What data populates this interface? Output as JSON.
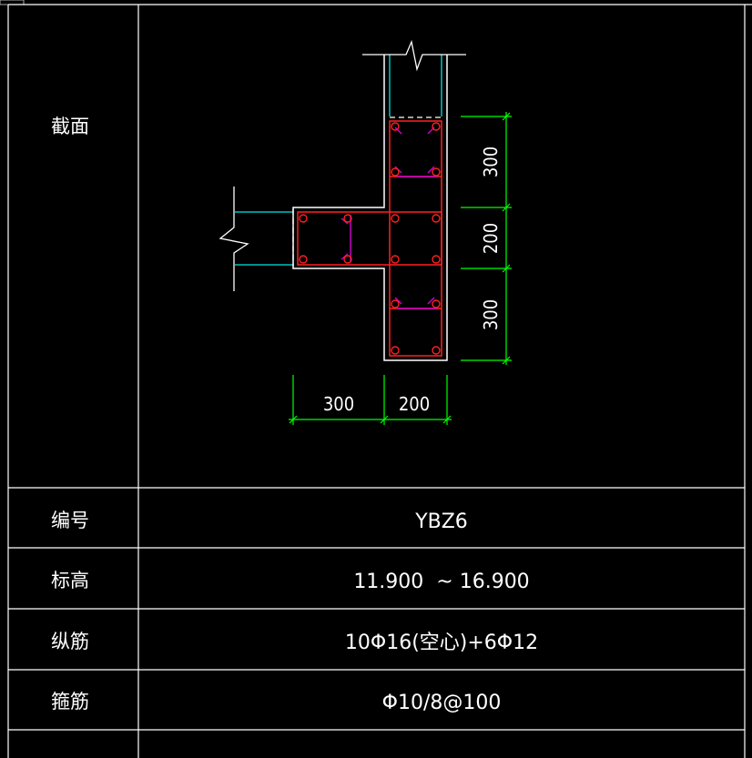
{
  "table": {
    "section_label": "截面",
    "rows": [
      {
        "label": "编号",
        "value": "YBZ6"
      },
      {
        "label": "标高",
        "value": "11.900  ~ 16.900"
      },
      {
        "label": "纵筋",
        "value": "10Φ16(空心)+6Φ12"
      },
      {
        "label": "箍筋",
        "value": "Φ10/8@100"
      }
    ]
  },
  "drawing": {
    "dims_right": [
      "300",
      "200",
      "300"
    ],
    "dims_bottom": [
      "300",
      "200"
    ]
  },
  "colors": {
    "background": "#000000",
    "grid": "#ffffff",
    "outline": "#ffffff",
    "wall": "#00e5e5",
    "stirrup": "#ff2020",
    "tie": "#d000d0",
    "dimension": "#00ff00"
  }
}
